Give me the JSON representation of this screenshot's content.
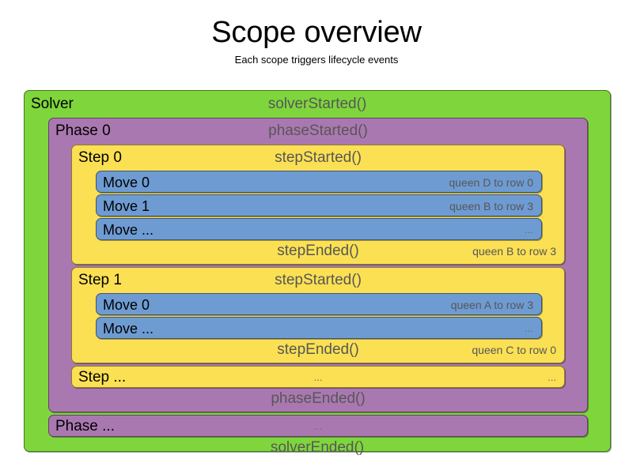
{
  "header": {
    "title": "Scope overview",
    "subtitle": "Each scope triggers lifecycle events"
  },
  "colors": {
    "solver": "#7ED63C",
    "phase": "#AA78B0",
    "step": "#FBE053",
    "move": "#6E9BD2",
    "event_text": "#575757",
    "label_text": "#000000",
    "background": "#ffffff"
  },
  "solver": {
    "label": "Solver",
    "started_event": "solverStarted()",
    "ended_event": "solverEnded()",
    "phases": [
      {
        "label": "Phase 0",
        "started_event": "phaseStarted()",
        "ended_event": "phaseEnded()",
        "steps": [
          {
            "label": "Step 0",
            "started_event": "stepStarted()",
            "ended_event": "stepEnded()",
            "ended_detail": "queen B to row 3",
            "moves": [
              {
                "label": "Move 0",
                "detail": "queen D to row 0"
              },
              {
                "label": "Move 1",
                "detail": "queen B to row 3"
              },
              {
                "label": "Move ...",
                "detail": "..."
              }
            ]
          },
          {
            "label": "Step 1",
            "started_event": "stepStarted()",
            "ended_event": "stepEnded()",
            "ended_detail": "queen C to row 0",
            "moves": [
              {
                "label": "Move 0",
                "detail": "queen A to row 3"
              },
              {
                "label": "Move ...",
                "detail": "..."
              }
            ]
          }
        ],
        "trailing_step": {
          "label": "Step ...",
          "started_event": "...",
          "detail": "..."
        }
      }
    ],
    "trailing_phase": {
      "label": "Phase ...",
      "started_event": "..."
    }
  }
}
